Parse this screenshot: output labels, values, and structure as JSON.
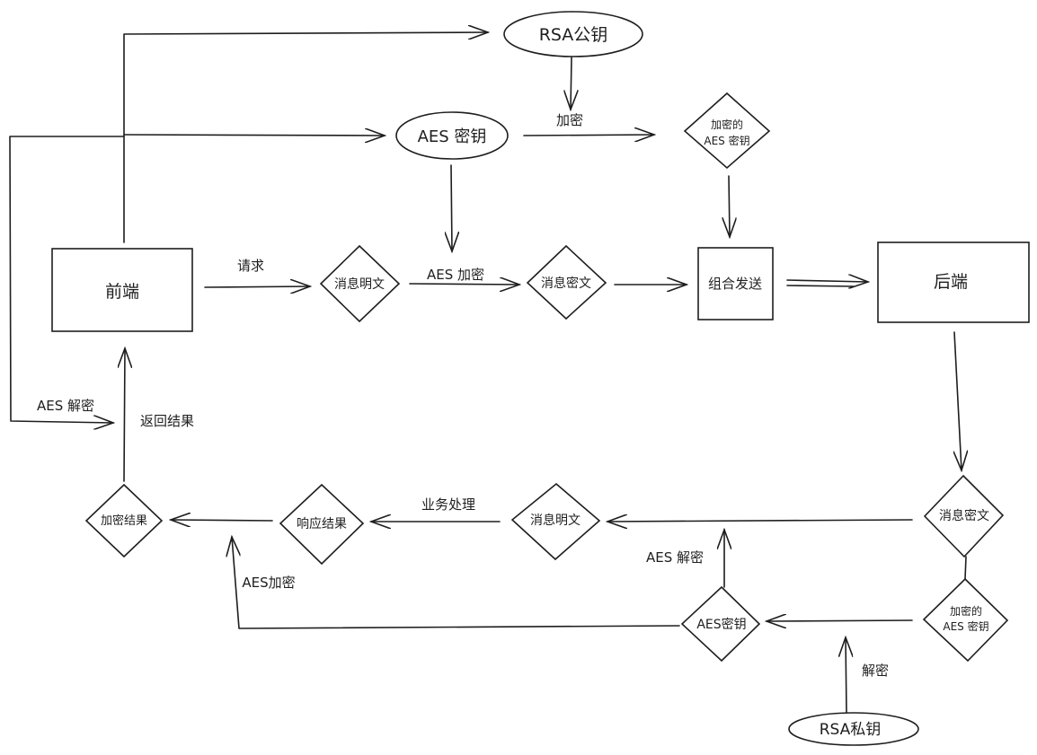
{
  "nodes": {
    "rsa_public_key": "RSA公钥",
    "aes_key": "AES 密钥",
    "encrypted_aes_key_top": [
      "加密的",
      "AES 密钥"
    ],
    "frontend": "前端",
    "plain_message_top": "消息明文",
    "cipher_message_top": "消息密文",
    "combined_send": "组合发送",
    "backend": "后端",
    "cipher_message_bottom": "消息密文",
    "encrypted_aes_key_bottom": [
      "加密的",
      "AES 密钥"
    ],
    "aes_key_bottom": "AES密钥",
    "rsa_private_key": "RSA私钥",
    "plain_message_bottom": "消息明文",
    "response_result": "响应结果",
    "encrypted_result": "加密结果"
  },
  "edges": {
    "encrypt": "加密",
    "request": "请求",
    "aes_encrypt": "AES 加密",
    "aes_decrypt_left": "AES 解密",
    "return_result": "返回结果",
    "business_processing": "业务处理",
    "aes_decrypt_bottom": "AES 解密",
    "aes_encrypt_bottom": "AES加密",
    "decrypt": "解密"
  }
}
